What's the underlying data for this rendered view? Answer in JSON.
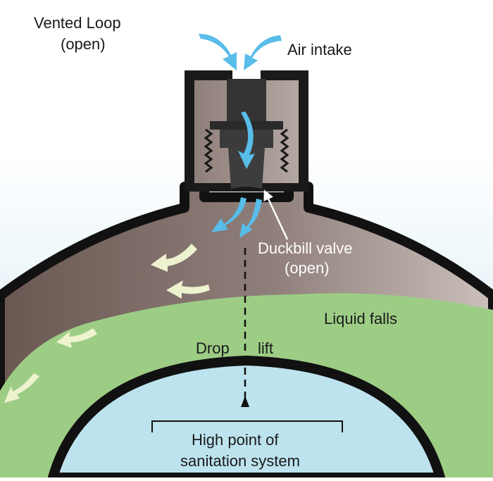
{
  "diagram": {
    "title": [
      "Vented Loop",
      "(open)"
    ],
    "labels": {
      "air_intake": "Air intake",
      "duckbill_valve": [
        "Duckbill valve",
        "(open)"
      ],
      "liquid_falls": "Liquid falls",
      "drop": "Drop",
      "lift": "lift",
      "high_point": [
        "High point of",
        "sanitation system"
      ]
    }
  },
  "colors": {
    "background_top": "#ffffff",
    "background_bottom": "#cfe9f2",
    "pipe_outline": "#111111",
    "pipe_wall_gradient_dark": "#6e5a55",
    "pipe_wall_gradient_light": "#c9bdb8",
    "liquid": "#9dcd85",
    "inner_sky": "#bde3ee",
    "air_arrow": "#58bde9",
    "flow_arrow": "#eef3cf",
    "valve_body": "#333333",
    "cap_interior": "#a89a94"
  }
}
